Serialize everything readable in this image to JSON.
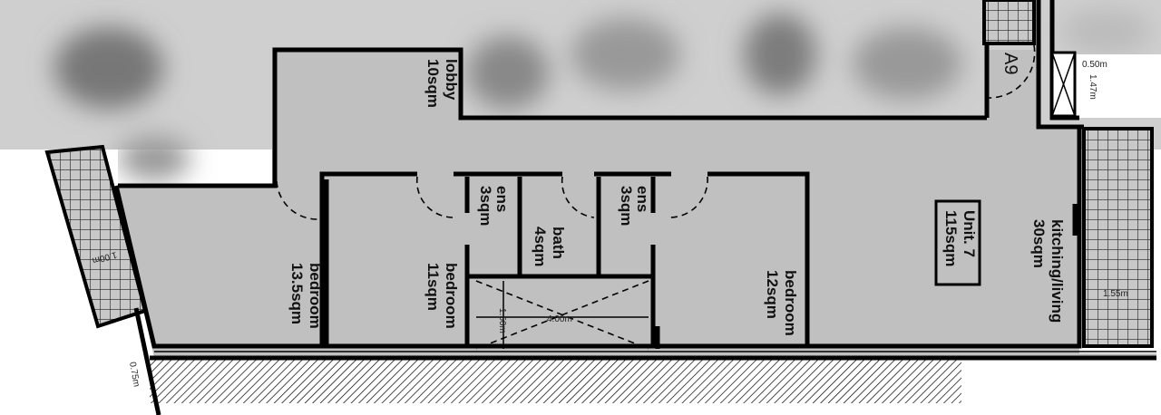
{
  "plan": {
    "unit": {
      "name": "Unit. 7",
      "area": "115sqm"
    },
    "rooms": [
      {
        "name": "lobby",
        "area": "10sqm"
      },
      {
        "name": "bedroom",
        "area": "13.5sqm"
      },
      {
        "name": "bedroom",
        "area": "11sqm"
      },
      {
        "name": "ens",
        "area": "3sqm"
      },
      {
        "name": "bath",
        "area": "4sqm"
      },
      {
        "name": "ens",
        "area": "3sqm"
      },
      {
        "name": "bedroom",
        "area": "12sqm"
      },
      {
        "name": "kitching/living",
        "area": "30sqm"
      }
    ],
    "door_tag": "A9",
    "dimensions": {
      "balcony_left_width": "1.00m",
      "left_offset": "0.75m",
      "shaft_width": "0.50m",
      "shaft_height": "1.47m",
      "balcony_right_width": "1.55m",
      "void_height": "1.50m",
      "void_width": "4.00m"
    },
    "colors": {
      "floor": "#c0c0c0",
      "wall": "#000000",
      "blur": "#9a9a9a"
    }
  }
}
